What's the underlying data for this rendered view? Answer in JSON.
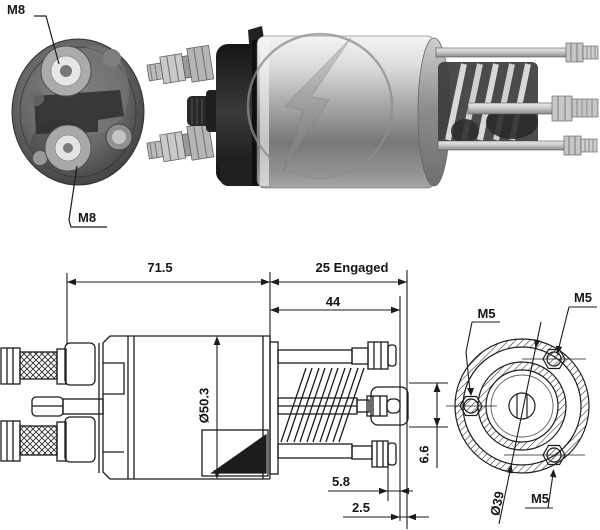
{
  "part": {
    "type": "starter-solenoid-technical-drawing",
    "views": [
      "front-photo",
      "side-photo",
      "side-dimension-drawing",
      "rear-dimension-drawing"
    ]
  },
  "colors": {
    "background": "#ffffff",
    "line": "#1c1c1c",
    "text": "#161616",
    "metal_light": "#e8e8e8",
    "metal_mid": "#9a9a9a",
    "metal_dark": "#2b2b2b",
    "watermark": "#8e8e8e"
  },
  "photos": {
    "front": {
      "m8": [
        "M8",
        "M8"
      ]
    },
    "side": {
      "watermark_icon": "lightning-bolt-circle-icon"
    }
  },
  "drawing": {
    "dims": {
      "total": "71.5",
      "engaged": "25 Engaged",
      "plunger": "44",
      "body_dia": "Ø50.3",
      "bracket_height": "6.6",
      "stud_offset": "5.8",
      "stud_gap": "2.5",
      "pilot_dia": "Ø39"
    },
    "m5": [
      "M5",
      "M5",
      "M5"
    ]
  }
}
